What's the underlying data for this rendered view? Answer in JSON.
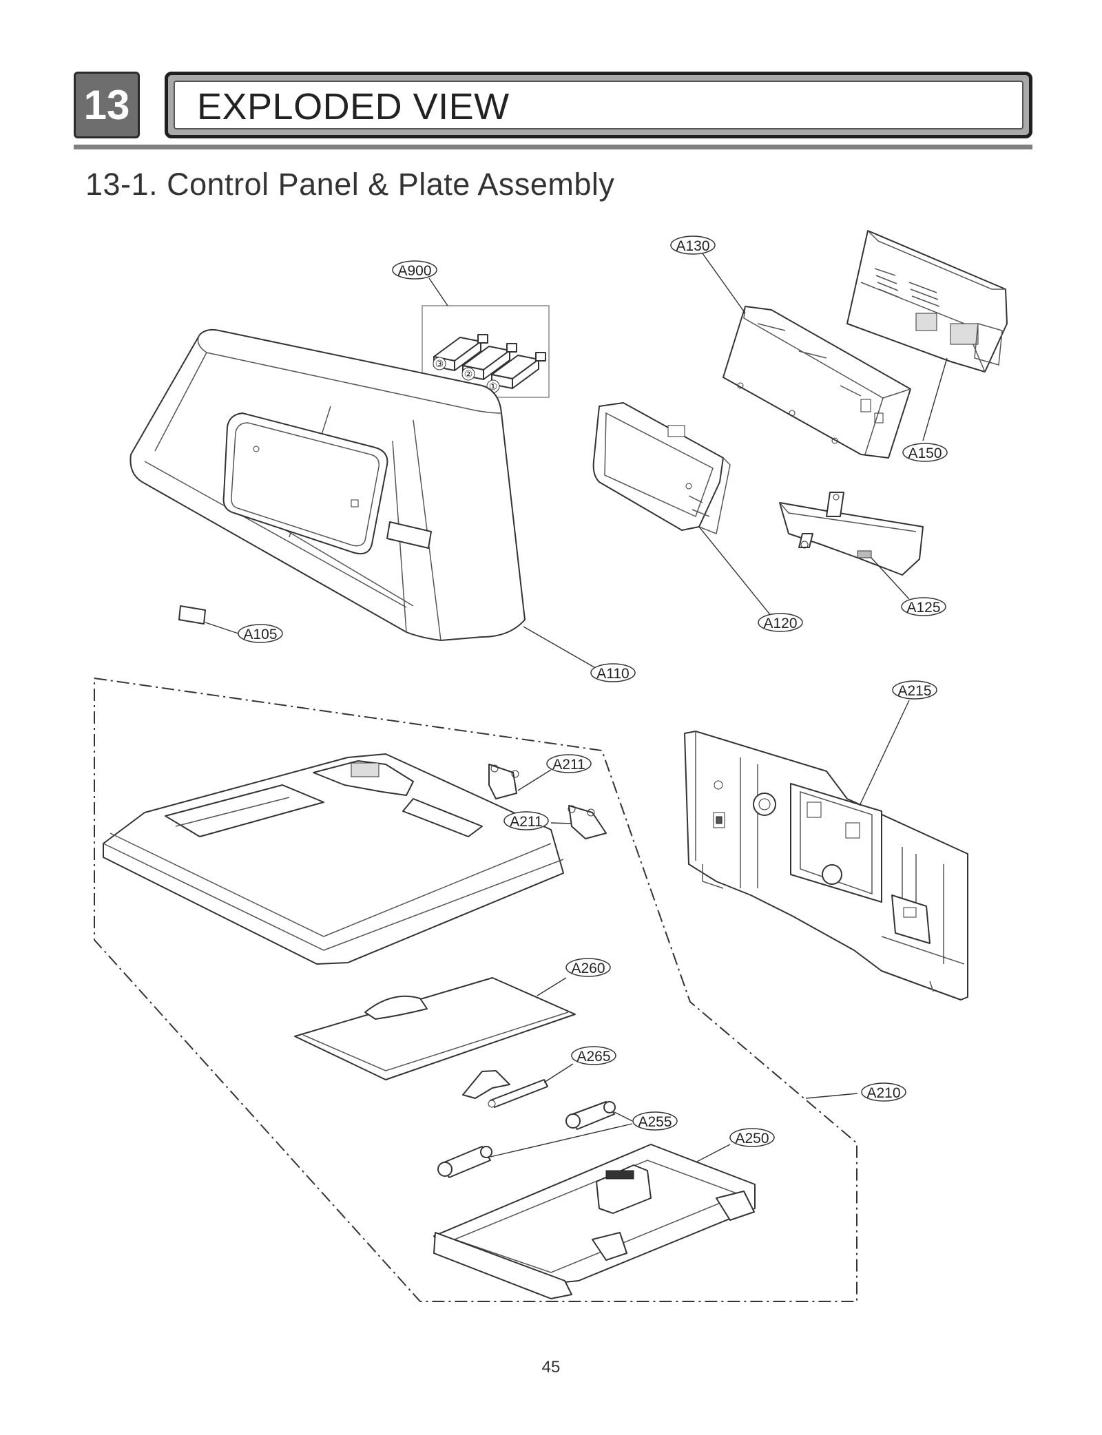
{
  "header": {
    "chapter_number": "13",
    "chapter_title": "EXPLODED VIEW",
    "section_title": "13-1. Control Panel & Plate Assembly"
  },
  "callouts": {
    "a130": "A130",
    "a900": "A900",
    "a150": "A150",
    "a120": "A120",
    "a125": "A125",
    "a105": "A105",
    "a110": "A110",
    "a215": "A215",
    "a211_top": "A211",
    "a211_bottom": "A211",
    "a260": "A260",
    "a265": "A265",
    "a210": "A210",
    "a255": "A255",
    "a250": "A250"
  },
  "knob_numbers": [
    "③",
    "②",
    "①"
  ],
  "footer": {
    "page_number": "45"
  }
}
